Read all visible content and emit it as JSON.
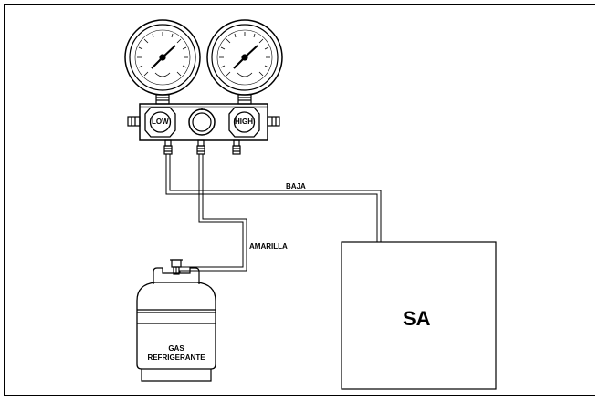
{
  "labels": {
    "low": "LOW",
    "high": "HIGH",
    "baja": "BAJA",
    "amarilla": "AMARILLA",
    "sa": "SA",
    "gas_line1": "GAS",
    "gas_line2": "REFRIGERANTE"
  },
  "icons": [
    "pressure-gauge-icon",
    "valve-knob-icon",
    "sight-glass-icon",
    "gas-cylinder-icon"
  ]
}
